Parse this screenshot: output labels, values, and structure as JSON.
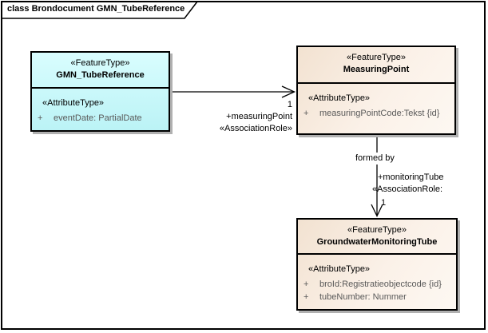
{
  "frame": {
    "title": "class Brondocument GMN_TubeReference"
  },
  "classes": [
    {
      "stereotype": "«FeatureType»",
      "name": "GMN_TubeReference",
      "attr_stereotype": "«AttributeType»",
      "attributes": [
        {
          "visibility": "+",
          "text": "eventDate: PartialDate"
        }
      ]
    },
    {
      "stereotype": "«FeatureType»",
      "name": "MeasuringPoint",
      "attr_stereotype": "«AttributeType»",
      "attributes": [
        {
          "visibility": "+",
          "text": "measuringPointCode:Tekst {id}"
        }
      ]
    },
    {
      "stereotype": "«FeatureType»",
      "name": "GroundwaterMonitoringTube",
      "attr_stereotype": "«AttributeType»",
      "attributes": [
        {
          "visibility": "+",
          "text": "broId:Registratieobjectcode {id}"
        },
        {
          "visibility": "+",
          "text": "tubeNumber: Nummer"
        }
      ]
    }
  ],
  "associations": [
    {
      "target_multiplicity": "1",
      "role": "+measuringPoint",
      "stereotype": "«AssociationRole»"
    },
    {
      "name": "formed by",
      "role": "+monitoringTube",
      "stereotype": "«AssociationRole:",
      "target_multiplicity": "1"
    }
  ],
  "colors": {
    "featuretype_fill_cyan": "#C7F8FA",
    "featuretype_fill_tan": "#F5E7D8",
    "attribute_text": "#595959",
    "border": "#000000",
    "shadow": "#B0B0B0"
  }
}
